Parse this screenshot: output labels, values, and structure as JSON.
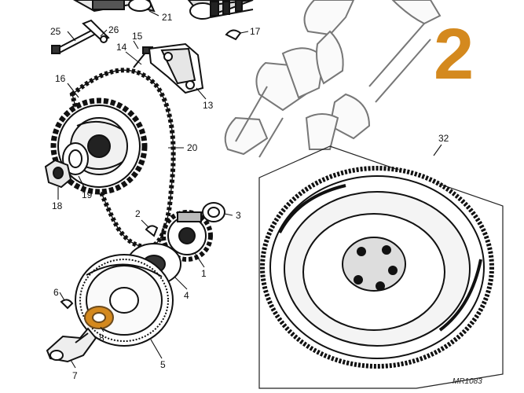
{
  "page_number": "2",
  "reference_code": "MR1083",
  "accent_color": "#d4891e",
  "callouts": {
    "n1": "1",
    "n2": "2",
    "n3": "3",
    "n4": "4",
    "n5": "5",
    "n6": "6",
    "n7": "7",
    "n8": "8",
    "n13": "13",
    "n14": "14",
    "n15": "15",
    "n16": "16",
    "n17": "17",
    "n18": "18",
    "n19": "19",
    "n20": "20",
    "n21": "21",
    "n25": "25",
    "n26": "26",
    "n32": "32"
  }
}
